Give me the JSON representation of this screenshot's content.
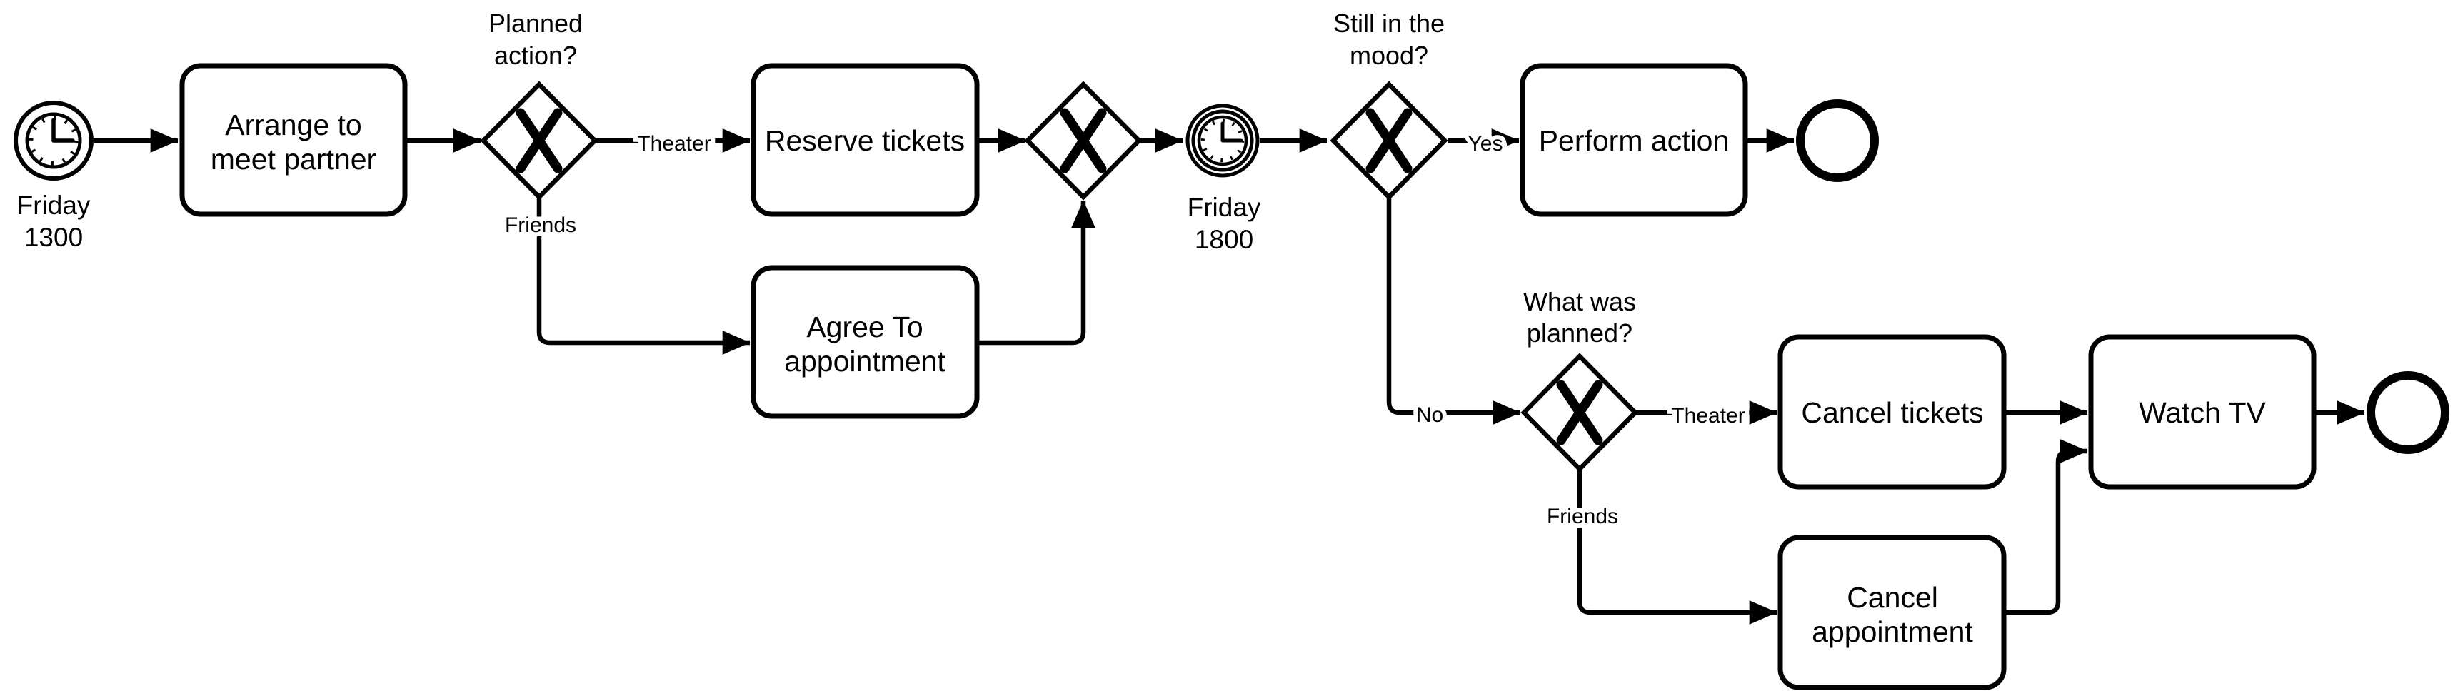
{
  "diagram": {
    "kind": "BPMN process diagram",
    "colors": {
      "stroke": "#000000",
      "shape_fill": "#ffffff",
      "background": "#ffffff"
    },
    "events": {
      "start_timer": {
        "type": "timer-start-event",
        "label_lines": [
          "Friday",
          "1300"
        ]
      },
      "intermediate_timer": {
        "type": "intermediate-timer-event",
        "label_lines": [
          "Friday",
          "1800"
        ]
      },
      "end_after_perform": {
        "type": "end-event"
      },
      "end_after_watch_tv": {
        "type": "end-event"
      }
    },
    "tasks": {
      "arrange": {
        "lines": [
          "Arrange to",
          "meet partner"
        ]
      },
      "reserve": {
        "lines": [
          "Reserve tickets"
        ]
      },
      "agree": {
        "lines": [
          "Agree To",
          "appointment"
        ]
      },
      "perform": {
        "lines": [
          "Perform action"
        ]
      },
      "cancel_tickets": {
        "lines": [
          "Cancel tickets"
        ]
      },
      "cancel_appointment": {
        "lines": [
          "Cancel",
          "appointment"
        ]
      },
      "watch_tv": {
        "lines": [
          "Watch TV"
        ]
      }
    },
    "gateways": {
      "planned_action": {
        "type": "exclusive-xor",
        "label_lines": [
          "Planned",
          "action?"
        ]
      },
      "merge": {
        "type": "exclusive-xor",
        "label_lines": []
      },
      "still_in_the_mood": {
        "type": "exclusive-xor",
        "label_lines": [
          "Still in the",
          "mood?"
        ]
      },
      "what_was_planned": {
        "type": "exclusive-xor",
        "label_lines": [
          "What was",
          "planned?"
        ]
      }
    },
    "flow_labels": {
      "planned_theater": "Theater",
      "planned_friends": "Friends",
      "mood_yes": "Yes",
      "mood_no": "No",
      "what_theater": "Theater",
      "what_friends": "Friends"
    }
  }
}
